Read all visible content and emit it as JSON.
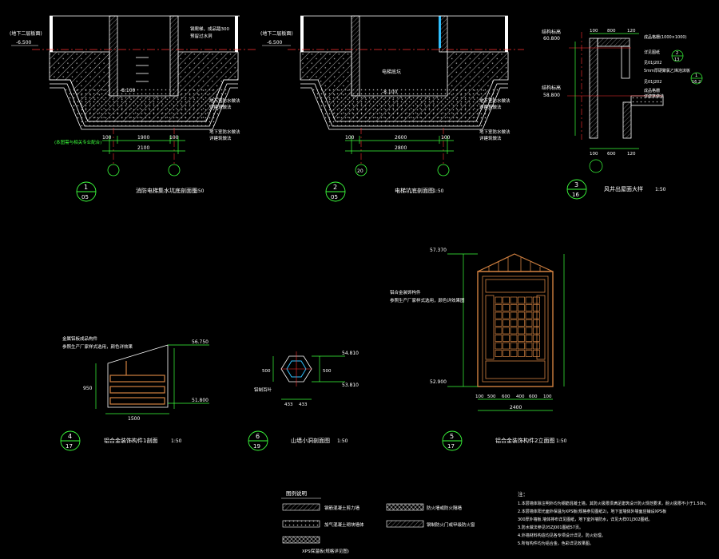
{
  "colors": {
    "background": "#000000",
    "wall": "#ffffff",
    "dimension": "#3cff3c",
    "axis_line": "#ff3030",
    "hatch": "#ffffff",
    "door_frame": "#d08040",
    "annotation": "#ffffff",
    "glass": "#30c0ff"
  },
  "details": {
    "d1": {
      "num": "1",
      "sheet": "05",
      "title": "消防电梯集水坑底剖面图",
      "scale": "1:50",
      "level_label": "(地下二层板面)",
      "level_value": "-6.500",
      "pit_level": "-8.100",
      "dims": [
        "100",
        "1900",
        "100",
        "2100"
      ],
      "notes": [
        "钢爬梯，成品踏300",
        "预留过水洞",
        "地下室防水做法",
        "详建筑做法",
        "地下室防水做法",
        "详建筑做法"
      ],
      "green_note": "(本图需与相关专业配合)"
    },
    "d2": {
      "num": "2",
      "sheet": "05",
      "title": "电梯坑底剖面图",
      "scale": "1:50",
      "level_label": "(地下二层板面)",
      "level_value": "-6.500",
      "pit_level": "-8.100",
      "pit_note": "电梯底坑",
      "dims": [
        "100",
        "2600",
        "100",
        "2800"
      ],
      "axis": "20",
      "notes": [
        "地下室防水做法",
        "详建筑做法",
        "地下室防水做法",
        "详建筑做法"
      ]
    },
    "d3": {
      "num": "3",
      "sheet": "16",
      "title": "风井出屋面大样",
      "scale": "1:50",
      "levels": [
        "结构标高",
        "60.800",
        "结构标高",
        "58.800"
      ],
      "dims": [
        "100",
        "800",
        "120",
        "100",
        "600",
        "120"
      ],
      "notes": [
        "成品格栅(1000×1000)",
        "详见图纸",
        "见01J202",
        "5mm厚硬聚氯乙烯泡沫板",
        "见01J202",
        "成品格栅",
        "详建筑做法"
      ],
      "refs": [
        {
          "n": "2",
          "s": "13"
        },
        {
          "n": "1",
          "s": "16.2"
        }
      ]
    },
    "d4": {
      "num": "4",
      "sheet": "17",
      "title": "铝合金装饰构件1剖面",
      "scale": "1:50",
      "levels": [
        "56.750",
        "51.800"
      ],
      "dims": [
        "1500",
        "950"
      ],
      "notes": [
        "金属铝板成品构件",
        "参照生产厂家样式选用，颜色详效果"
      ]
    },
    "d5": {
      "num": "5",
      "sheet": "17",
      "title": "铝合金装饰构件2立面图",
      "scale": "1:50",
      "levels": [
        "57.370",
        "52.900"
      ],
      "dims": [
        "100",
        "500",
        "600",
        "400",
        "600",
        "100",
        "2400"
      ],
      "notes": [
        "铝合金装饰构件",
        "参照生产厂家样式选用，颜色详效果图"
      ]
    },
    "d6": {
      "num": "6",
      "sheet": "19",
      "title": "山墙小洞剖面图",
      "scale": "1:50",
      "levels": [
        "54.810",
        "53.810"
      ],
      "dims": [
        "433",
        "433",
        "500",
        "500"
      ],
      "notes": [
        "铝制百叶"
      ]
    }
  },
  "legend": {
    "title": "图例说明",
    "items": [
      "钢筋混凝土剪力墙",
      "加气混凝土砌块墙体",
      "XPS保温板(规格详见图)",
      "防火墙或防火隔墙",
      "钢制防火门或甲级防火窗"
    ]
  },
  "notes": {
    "title": "注：",
    "lines": [
      "1.本层墙体除注明外均为钢筋混凝土墙，其防火极限须满足建筑设计防火规范要求，耐火极限不小于1.50h，",
      "2.本层墙体阳光面外保温为XPS板(规格参见图纸2)，地下室墙体外墙面应铺设XPS板",
      "  300厚外墙板.墙体排布详见图纸，地下室外墙防水，详见大样01J302图纸。",
      "3.防水做法参见05ZJ001图纸57页。",
      "4.外墙材料构造均见各专项设计详见，防火处理。",
      "5.所有构件均为铝合金，色彩详见效果图。"
    ]
  }
}
